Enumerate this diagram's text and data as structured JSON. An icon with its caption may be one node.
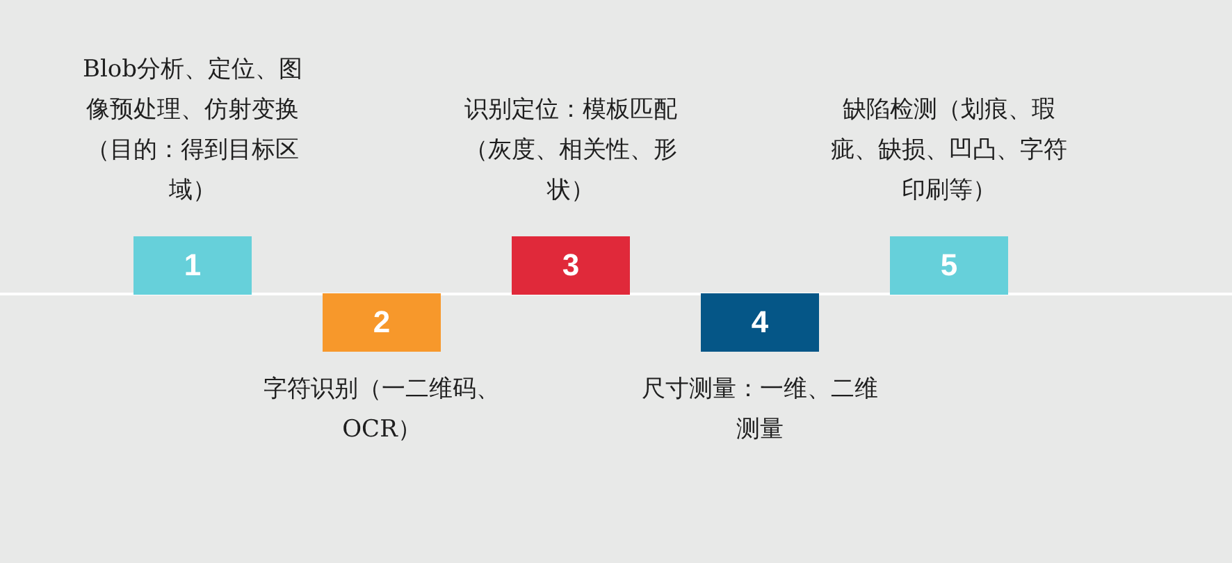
{
  "diagram": {
    "nodes": [
      {
        "text": [
          "1"
        ],
        "beside": [
          "Blob分析、定位、图像预处理、仿射变换（目的：得到目标区域）"
        ]
      },
      {
        "text": [
          "2"
        ],
        "beside": [
          "字符识别（一二维码、OCR）"
        ]
      },
      {
        "text": [
          "3"
        ],
        "beside": [
          "识别定位：模板匹配（灰度、相关性、形状）"
        ]
      },
      {
        "text": [
          "4"
        ],
        "beside": [
          "尺寸测量：一维、二维测量"
        ]
      },
      {
        "text": [
          "5"
        ],
        "beside": [
          "缺陷检测（划痕、瑕疵、缺损、凹凸、字符印刷等）"
        ]
      }
    ]
  }
}
